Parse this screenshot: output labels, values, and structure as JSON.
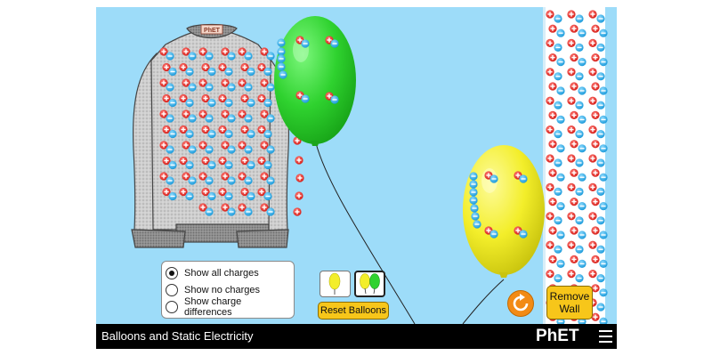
{
  "sim": {
    "title": "Balloons and Static Electricity",
    "logo": "PhET",
    "sweater_label": "PhET"
  },
  "charge_options": [
    {
      "label": "Show all charges",
      "selected": true
    },
    {
      "label": "Show no charges",
      "selected": false
    },
    {
      "label": "Show charge differences",
      "selected": false
    }
  ],
  "balloon_selector": {
    "one_balloon_icon": "yellow-balloon-icon",
    "two_balloons_icon": "yellow-green-balloons-icon",
    "active": "two"
  },
  "buttons": {
    "reset_balloons": "Reset Balloons",
    "remove_wall_line1": "Remove",
    "remove_wall_line2": "Wall",
    "reset_all_icon": "reset-all-icon"
  },
  "colors": {
    "background": "#9ddcf9",
    "green_balloon": "#2fd22f",
    "yellow_balloon": "#f3ee2a",
    "button_yellow": "#f7c61a",
    "reset_orange": "#f28b16",
    "positive_charge": "#e8231e",
    "negative_charge": "#1ea3e6"
  }
}
